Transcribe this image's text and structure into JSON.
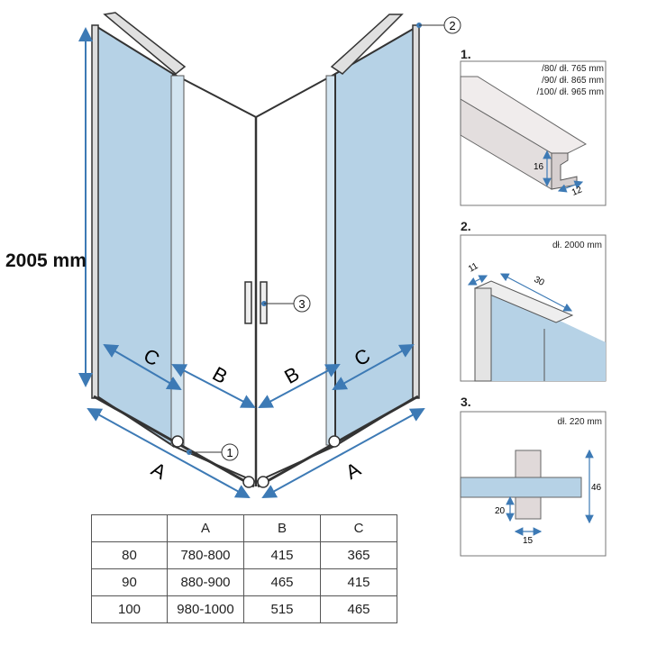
{
  "height": "2005 mm",
  "callouts": [
    "1",
    "2",
    "3"
  ],
  "dims": {
    "A": "A",
    "B": "B",
    "C": "C"
  },
  "table": {
    "headers": [
      "",
      "A",
      "B",
      "C"
    ],
    "rows": [
      [
        "80",
        "780-800",
        "415",
        "365"
      ],
      [
        "90",
        "880-900",
        "465",
        "415"
      ],
      [
        "100",
        "980-1000",
        "515",
        "465"
      ]
    ]
  },
  "details": [
    {
      "number": "1.",
      "lengths": [
        "/80/ dł. 765 mm",
        "/90/ dł. 865 mm",
        "/100/ dł. 965 mm"
      ],
      "dims": [
        "16",
        "12"
      ]
    },
    {
      "number": "2.",
      "lengths": [
        "dł. 2000 mm"
      ],
      "dims": [
        "11",
        "30"
      ]
    },
    {
      "number": "3.",
      "lengths": [
        "dł. 220 mm"
      ],
      "dims": [
        "46",
        "20",
        "15"
      ]
    }
  ],
  "colors": {
    "glass": "#b6d2e6",
    "arrow": "#3d7ab5",
    "frame": "#333333"
  }
}
